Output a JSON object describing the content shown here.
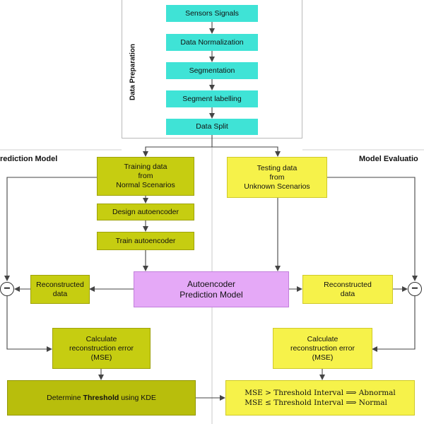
{
  "preparation": {
    "label": "Data Preparation",
    "steps": [
      "Sensors Signals",
      "Data Normalization",
      "Segmentation",
      "Segment labelling",
      "Data Split"
    ]
  },
  "prediction_model": {
    "title": "rediction Model",
    "training": "Training data\nfrom\nNormal Scenarios",
    "design": "Design autoencoder",
    "train": "Train autoencoder",
    "reconstructed": "Reconstructed\ndata",
    "calc": "Calculate\nreconstruction error\n(MSE)",
    "threshold_prefix": "Determine ",
    "threshold_bold": "Threshold",
    "threshold_suffix": " using KDE"
  },
  "center": {
    "model": "Autoencoder\nPrediction Model"
  },
  "model_evaluation": {
    "title": "Model Evaluatio",
    "testing": "Testing data\nfrom\nUnknown Scenarios",
    "reconstructed": "Reconstructed\ndata",
    "calc": "Calculate\nreconstruction error\n(MSE)",
    "rule_abnormal": "MSE > Threshold Interval  ⟹ Abnormal",
    "rule_normal": "MSE ≤  Threshold Interval  ⟹ Normal"
  },
  "operators": {
    "minus": "−"
  },
  "colors": {
    "prep_box": "#3fe3d6",
    "prediction_box": "#c6cd11",
    "evaluation_box": "#f6f24a",
    "model_box": "#e5a9f7",
    "connector": "#444444"
  }
}
